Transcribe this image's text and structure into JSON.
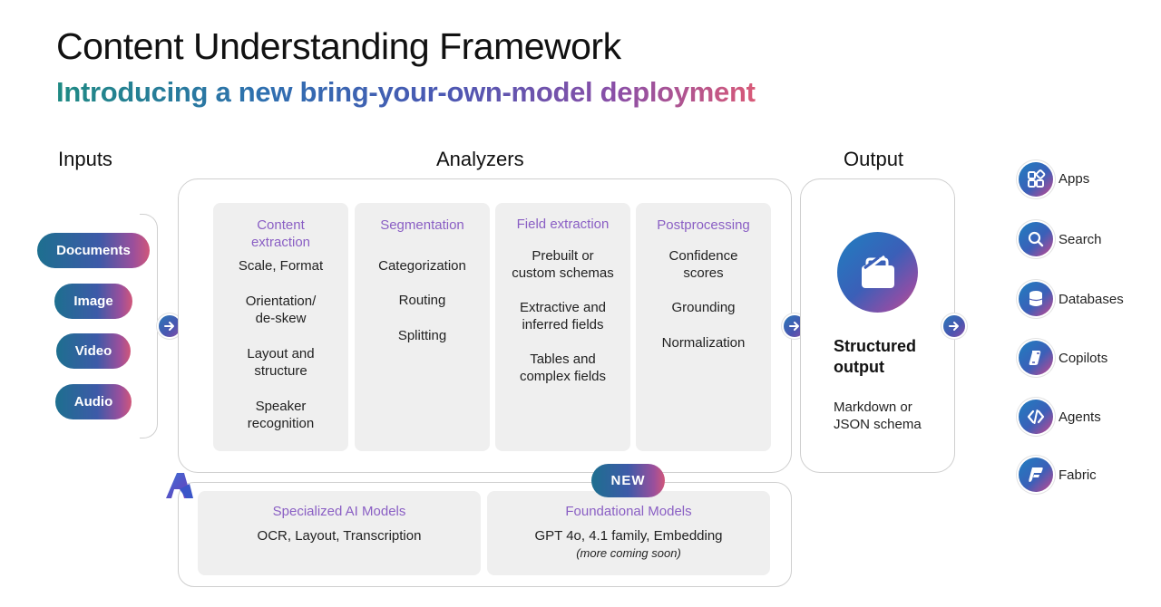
{
  "header": {
    "title": "Content Understanding Framework",
    "subtitle": "Introducing a new bring-your-own-model deployment"
  },
  "inputs": {
    "heading": "Inputs",
    "items": [
      "Documents",
      "Image",
      "Video",
      "Audio"
    ]
  },
  "analyzers": {
    "heading": "Analyzers",
    "columns": [
      {
        "title": [
          "Content",
          "extraction"
        ],
        "items": [
          [
            "Scale, Format"
          ],
          [
            "Orientation/",
            "de-skew"
          ],
          [
            "Layout and",
            "structure"
          ],
          [
            "Speaker",
            "recognition"
          ]
        ]
      },
      {
        "title": [
          "Segmentation"
        ],
        "items": [
          [
            "Categorization"
          ],
          [
            "Routing"
          ],
          [
            "Splitting"
          ]
        ]
      },
      {
        "title": [
          "Field extraction"
        ],
        "items": [
          [
            "Prebuilt or",
            "custom schemas"
          ],
          [
            "Extractive and",
            "inferred fields"
          ],
          [
            "Tables and",
            "complex fields"
          ]
        ]
      },
      {
        "title": [
          "Postprocessing"
        ],
        "items": [
          [
            "Confidence",
            "scores"
          ],
          [
            "Grounding"
          ],
          [
            "Normalization"
          ]
        ]
      }
    ]
  },
  "output": {
    "heading": "Output",
    "title_line1": "Structured",
    "title_line2": "output",
    "desc_line1": "Markdown or",
    "desc_line2": "JSON schema",
    "icon": "briefcase-icon"
  },
  "destinations": [
    {
      "label": "Apps",
      "icon": "apps-icon"
    },
    {
      "label": "Search",
      "icon": "search-icon"
    },
    {
      "label": "Databases",
      "icon": "database-icon"
    },
    {
      "label": "Copilots",
      "icon": "copilot-icon"
    },
    {
      "label": "Agents",
      "icon": "agents-icon"
    },
    {
      "label": "Fabric",
      "icon": "fabric-icon"
    }
  ],
  "models": {
    "badge": "NEW",
    "specialized": {
      "title": "Specialized AI Models",
      "text": "OCR, Layout, Transcription"
    },
    "foundational": {
      "title": "Foundational Models",
      "text": "GPT 4o, 4.1 family, Embedding",
      "note": "(more coming soon)"
    },
    "logo": "azure-logo-icon"
  },
  "colors": {
    "accent_teal": "#1f8a83",
    "accent_blue": "#3b5fb8",
    "accent_purple": "#8a5fc4",
    "accent_pink": "#d0577a",
    "card_bg": "#efefef"
  }
}
